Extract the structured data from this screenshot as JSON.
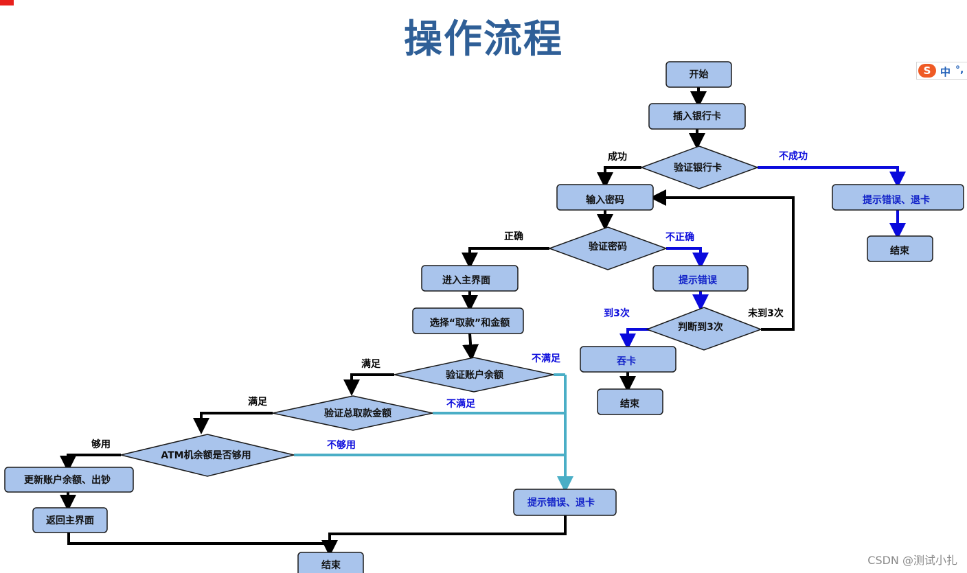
{
  "title": "操作流程",
  "nodes": {
    "start": "开始",
    "insert_card": "插入银行卡",
    "verify_card": "验证银行卡",
    "card_error": "提示错误、退卡",
    "end_card": "结束",
    "enter_pwd": "输入密码",
    "verify_pwd": "验证密码",
    "pwd_error": "提示错误",
    "judge3": "判断到3次",
    "swallow": "吞卡",
    "end_swallow": "结束",
    "main_menu": "进入主界面",
    "choose": "选择“取款”和金额",
    "verify_balance": "验证账户余额",
    "verify_total": "验证总取款金额",
    "atm_check": "ATM机余额是否够用",
    "update": "更新账户余额、出钞",
    "back_main": "返回主界面",
    "err_eject": "提示错误、退卡",
    "end_final": "结束"
  },
  "edges": {
    "card_ok": "成功",
    "card_fail": "不成功",
    "pwd_ok": "正确",
    "pwd_fail": "不正确",
    "reach3": "到3次",
    "not3": "未到3次",
    "bal_ok": "满足",
    "bal_fail": "不满足",
    "total_ok": "满足",
    "total_fail": "不满足",
    "atm_ok": "够用",
    "atm_fail": "不够用"
  },
  "ime": {
    "logo": "S",
    "mode": "中",
    "punct": "°,"
  },
  "watermark": "CSDN @测试小扎",
  "colors": {
    "box_fill": "#a9c4ec",
    "title": "#2f5f97",
    "blue_flow": "#0a0adc",
    "cyan_flow": "#4aaec6"
  }
}
